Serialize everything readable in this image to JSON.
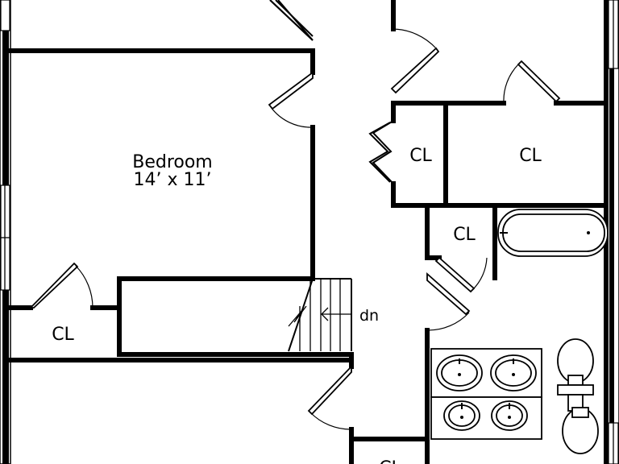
{
  "rooms": {
    "bedroom": {
      "name": "Bedroom",
      "dims": "14’ x 11’"
    },
    "closet_label": "CL"
  },
  "stairs": {
    "label": "dn"
  }
}
